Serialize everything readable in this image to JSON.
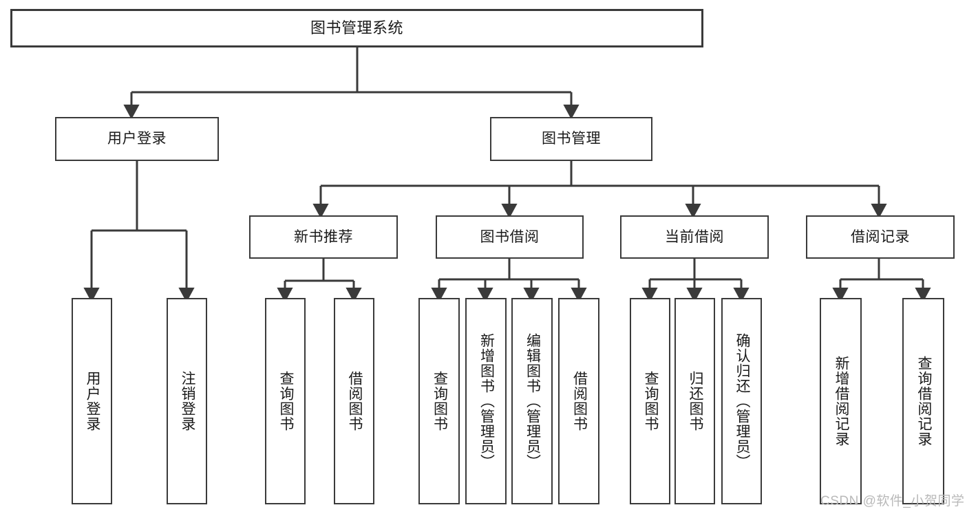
{
  "diagram": {
    "type": "tree-hierarchy",
    "title": "图书管理系统",
    "orientation": "top-down",
    "watermark": "CSDN @软件_小贺同学",
    "colors": {
      "box_border": "#3a3a3a",
      "box_fill": "#ffffff",
      "connector": "#3a3a3a",
      "text": "#1a1a1a",
      "watermark": "#b9b9b9",
      "background": "#ffffff"
    },
    "nodes": {
      "root": {
        "label": "图书管理系统",
        "level": 0,
        "text_direction": "horizontal"
      },
      "user_login": {
        "label": "用户登录",
        "level": 1,
        "text_direction": "horizontal"
      },
      "book_manage": {
        "label": "图书管理",
        "level": 1,
        "text_direction": "horizontal"
      },
      "new_book_rec": {
        "label": "新书推荐",
        "level": 2,
        "text_direction": "horizontal"
      },
      "book_borrow": {
        "label": "图书借阅",
        "level": 2,
        "text_direction": "horizontal"
      },
      "current_borrow": {
        "label": "当前借阅",
        "level": 2,
        "text_direction": "horizontal"
      },
      "borrow_record": {
        "label": "借阅记录",
        "level": 2,
        "text_direction": "horizontal"
      },
      "leaf_user_login": {
        "label": "用户登录",
        "level": 3,
        "text_direction": "vertical"
      },
      "leaf_logout": {
        "label": "注销登录",
        "level": 3,
        "text_direction": "vertical"
      },
      "leaf_query_book_rec": {
        "label": "查询图书",
        "level": 3,
        "text_direction": "vertical"
      },
      "leaf_borrow_book_rec": {
        "label": "借阅图书",
        "level": 3,
        "text_direction": "vertical"
      },
      "leaf_query_book_borrow": {
        "label": "查询图书",
        "level": 3,
        "text_direction": "vertical"
      },
      "leaf_add_book": {
        "label": "新增图书（管理员）",
        "level": 3,
        "text_direction": "vertical"
      },
      "leaf_edit_book": {
        "label": "编辑图书（管理员）",
        "level": 3,
        "text_direction": "vertical"
      },
      "leaf_borrow_book": {
        "label": "借阅图书",
        "level": 3,
        "text_direction": "vertical"
      },
      "leaf_query_book_cur": {
        "label": "查询图书",
        "level": 3,
        "text_direction": "vertical"
      },
      "leaf_return_book": {
        "label": "归还图书",
        "level": 3,
        "text_direction": "vertical"
      },
      "leaf_confirm_return": {
        "label": "确认归还（管理员）",
        "level": 3,
        "text_direction": "vertical"
      },
      "leaf_add_record": {
        "label": "新增借阅记录",
        "level": 3,
        "text_direction": "vertical"
      },
      "leaf_query_record": {
        "label": "查询借阅记录",
        "level": 3,
        "text_direction": "vertical"
      }
    },
    "edges": [
      {
        "from": "root",
        "to": "user_login"
      },
      {
        "from": "root",
        "to": "book_manage"
      },
      {
        "from": "book_manage",
        "to": "new_book_rec"
      },
      {
        "from": "book_manage",
        "to": "book_borrow"
      },
      {
        "from": "book_manage",
        "to": "current_borrow"
      },
      {
        "from": "book_manage",
        "to": "borrow_record"
      },
      {
        "from": "user_login",
        "to": "leaf_user_login"
      },
      {
        "from": "user_login",
        "to": "leaf_logout"
      },
      {
        "from": "new_book_rec",
        "to": "leaf_query_book_rec"
      },
      {
        "from": "new_book_rec",
        "to": "leaf_borrow_book_rec"
      },
      {
        "from": "book_borrow",
        "to": "leaf_query_book_borrow"
      },
      {
        "from": "book_borrow",
        "to": "leaf_add_book"
      },
      {
        "from": "book_borrow",
        "to": "leaf_edit_book"
      },
      {
        "from": "book_borrow",
        "to": "leaf_borrow_book"
      },
      {
        "from": "current_borrow",
        "to": "leaf_query_book_cur"
      },
      {
        "from": "current_borrow",
        "to": "leaf_return_book"
      },
      {
        "from": "current_borrow",
        "to": "leaf_confirm_return"
      },
      {
        "from": "borrow_record",
        "to": "leaf_add_record"
      },
      {
        "from": "borrow_record",
        "to": "leaf_query_record"
      }
    ]
  }
}
